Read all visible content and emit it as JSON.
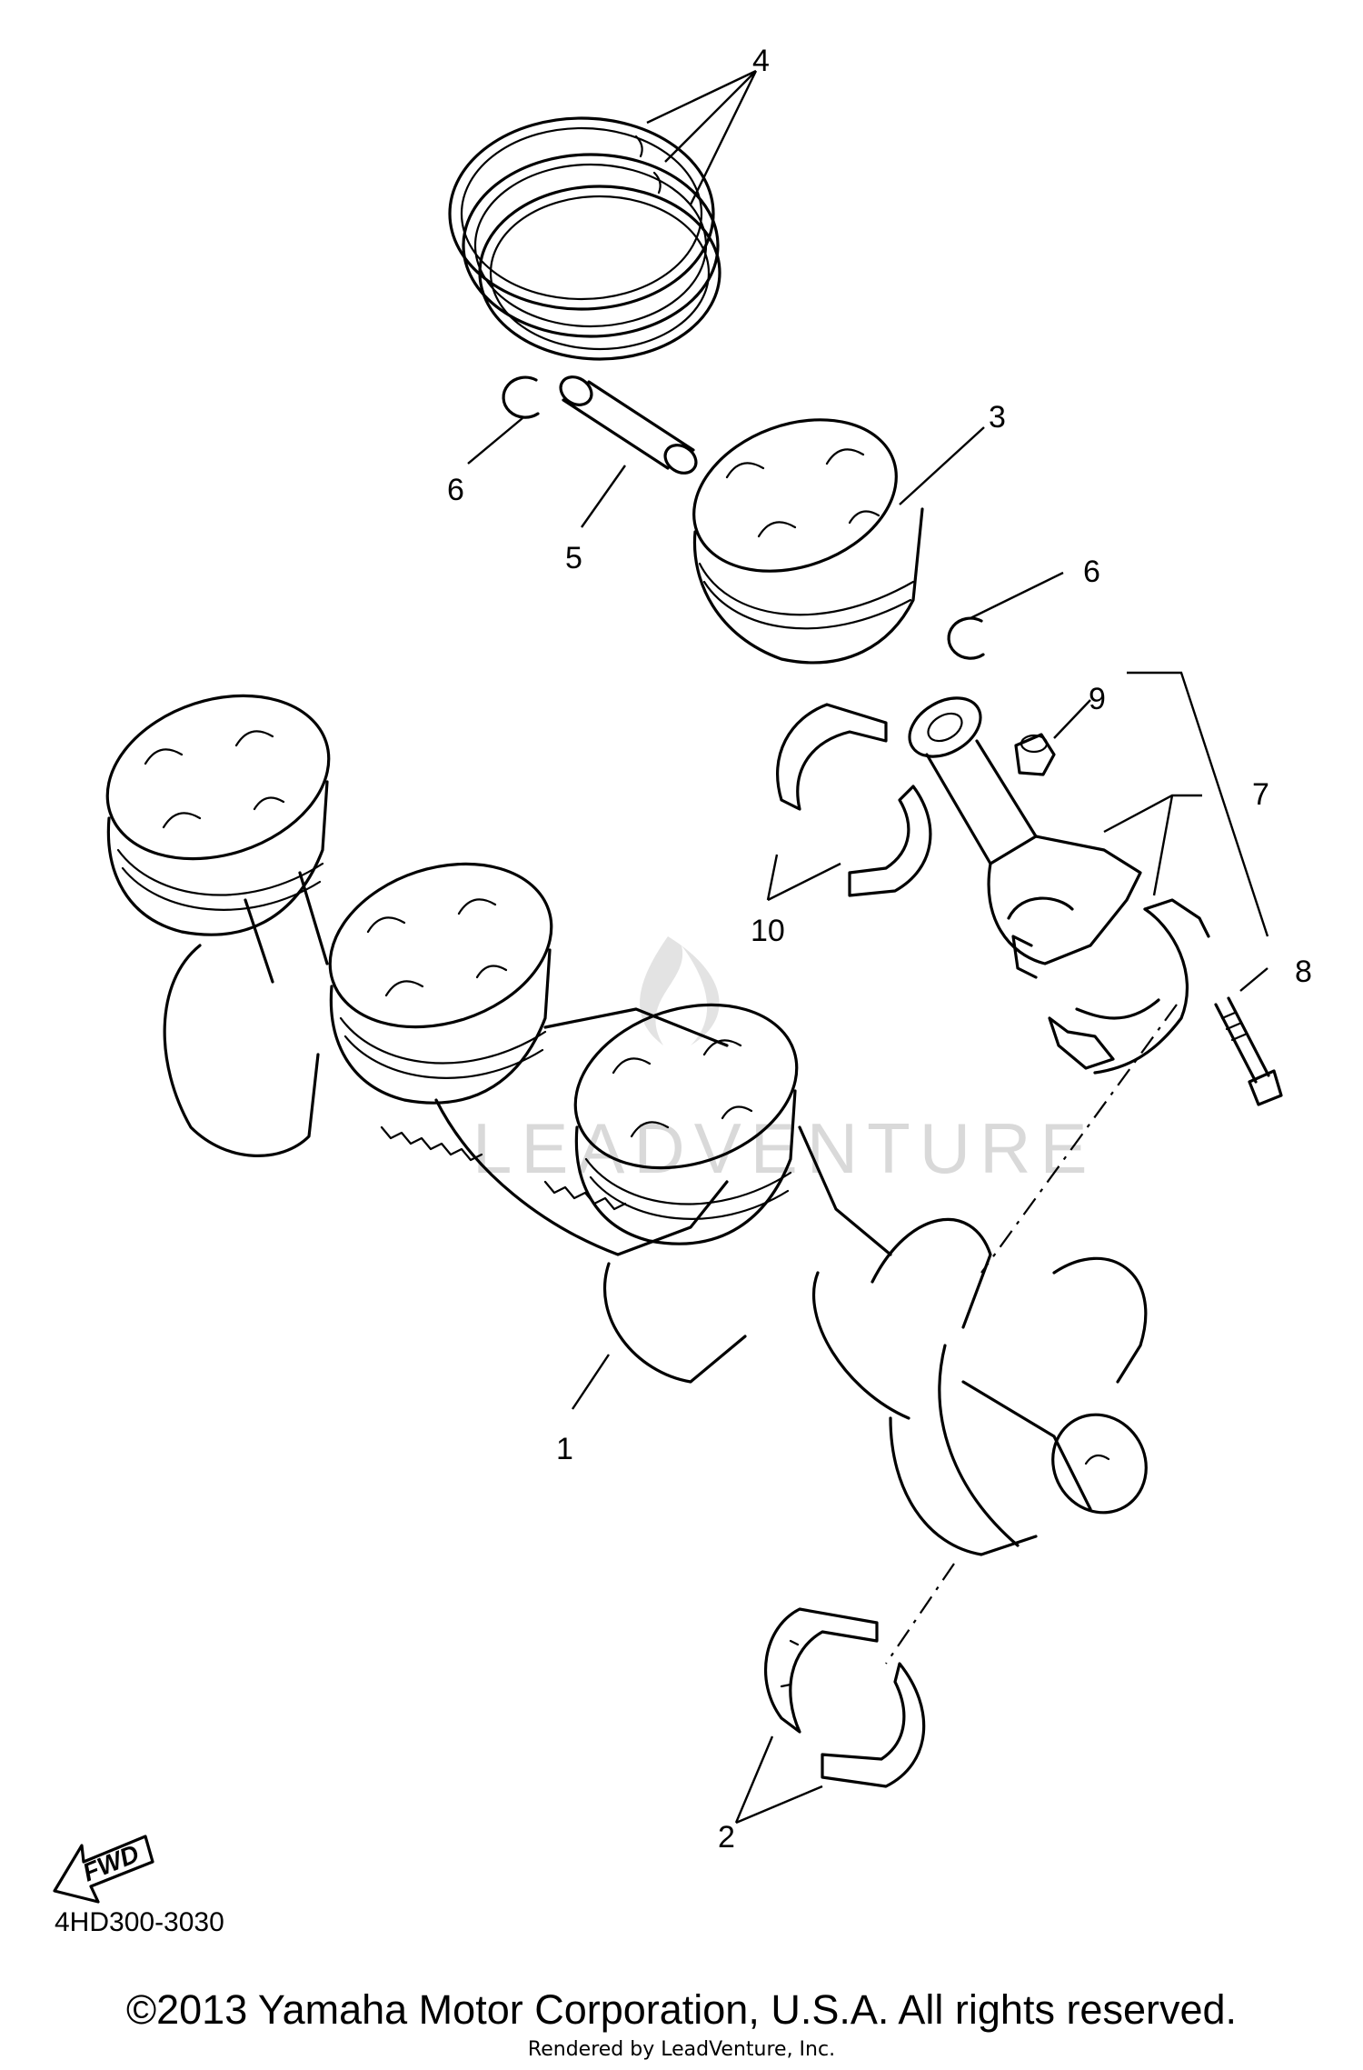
{
  "diagram": {
    "callouts": [
      "1",
      "2",
      "3",
      "4",
      "5",
      "6",
      "6",
      "7",
      "8",
      "9",
      "10"
    ],
    "fwd_label": "FWD",
    "watermark": "LEADVENTURE",
    "diagram_code": "4HD300-3030"
  },
  "footer": {
    "copyright": "©2013 Yamaha Motor Corporation, U.S.A. All rights reserved.",
    "rendered_by": "Rendered by LeadVenture, Inc."
  }
}
